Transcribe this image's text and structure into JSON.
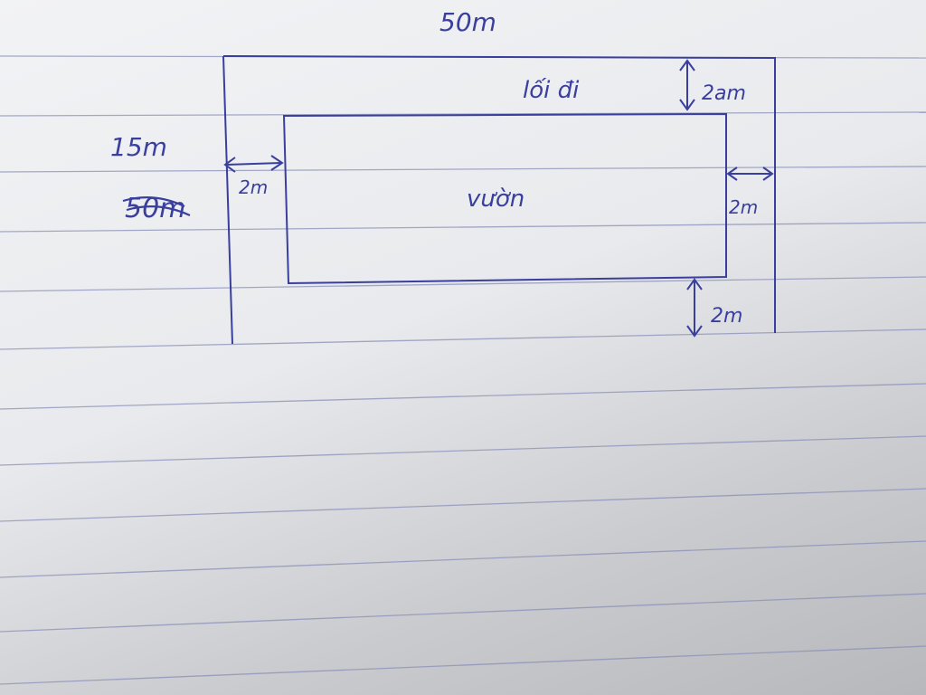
{
  "diagram": {
    "top_dimension": "50m",
    "side_dimension": "15m",
    "crossed_out_value": "50m",
    "path_label": "lối đi",
    "garden_label": "vườn",
    "path_widths": {
      "top": "2am",
      "left": "2m",
      "right": "2m",
      "bottom": "2m"
    }
  },
  "colors": {
    "ink": "#3a3f9e",
    "ruled_line": "#8a8fb8"
  }
}
